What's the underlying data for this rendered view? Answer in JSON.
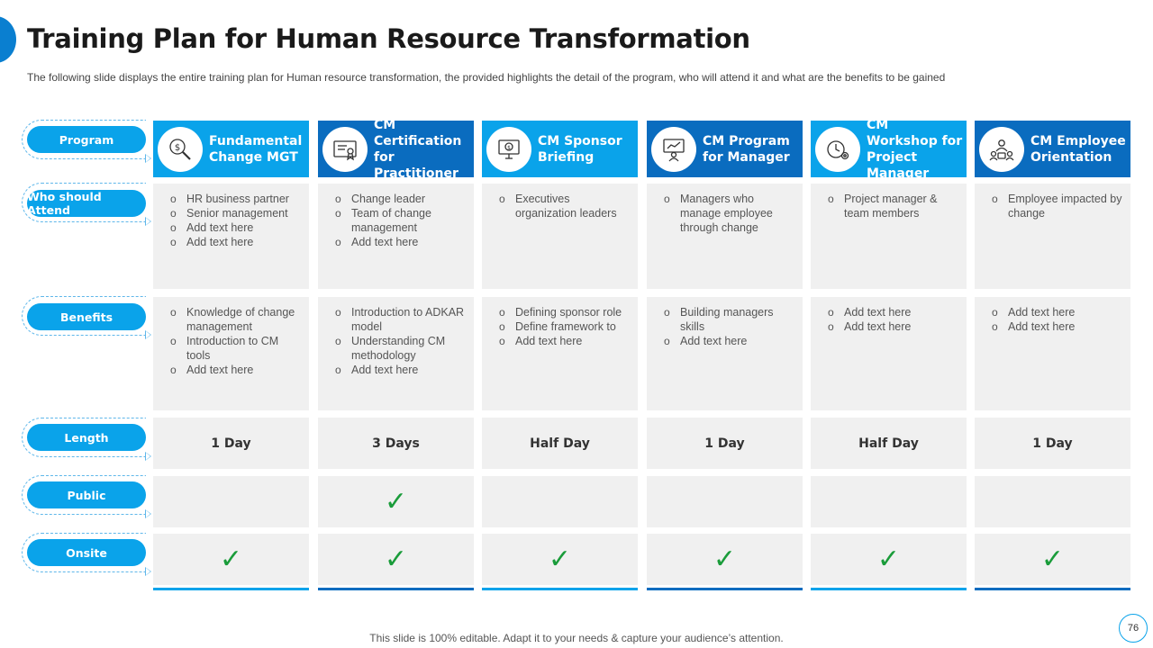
{
  "title": "Training Plan for Human Resource Transformation",
  "subtitle": "The following  slide displays the entire training plan for Human  resource  transformation,  the provided  highlights the detail of the program,  who will attend it and what are the benefits  to be gained",
  "row_labels": {
    "program": "Program",
    "who": "Who should Attend",
    "benefits": "Benefits",
    "length": "Length",
    "public": "Public",
    "onsite": "Onsite"
  },
  "programs": [
    {
      "name": "Fundamental Change MGT",
      "icon": "money-magnifier-icon",
      "attendees": [
        "HR business partner",
        "Senior management",
        "Add text here",
        "Add text here"
      ],
      "benefits": [
        "Knowledge of change management",
        "Introduction to CM tools",
        "Add text here"
      ],
      "length": "1 Day",
      "public": false,
      "onsite": true
    },
    {
      "name": "CM Certification for Practitioner",
      "icon": "certificate-icon",
      "attendees": [
        "Change leader",
        "Team of change management",
        "Add text here"
      ],
      "benefits": [
        "Introduction to ADKAR model",
        "Understanding CM methodology",
        "Add text here"
      ],
      "length": "3 Days",
      "public": true,
      "onsite": true
    },
    {
      "name": "CM Sponsor Briefing",
      "icon": "monitor-money-icon",
      "attendees": [
        "Executives organization leaders"
      ],
      "benefits": [
        "Defining sponsor role",
        "Define framework to",
        "Add text here"
      ],
      "length": "Half Day",
      "public": false,
      "onsite": true
    },
    {
      "name": "CM Program for Manager",
      "icon": "presentation-board-icon",
      "attendees": [
        "Managers who manage employee through change"
      ],
      "benefits": [
        "Building managers skills",
        "Add text here"
      ],
      "length": "1 Day",
      "public": false,
      "onsite": true
    },
    {
      "name": "CM Workshop for Project Manager",
      "icon": "clock-gear-icon",
      "attendees": [
        "Project manager & team members"
      ],
      "benefits": [
        "Add text here",
        "Add text here"
      ],
      "length": "Half Day",
      "public": false,
      "onsite": true
    },
    {
      "name": "CM Employee Orientation",
      "icon": "employee-group-icon",
      "attendees": [
        "Employee impacted by change"
      ],
      "benefits": [
        "Add text here",
        "Add text here"
      ],
      "length": "1 Day",
      "public": false,
      "onsite": true
    }
  ],
  "check_mark": "✓",
  "footer": "This slide is 100% editable. Adapt it to your needs & capture your audience’s attention.",
  "page_number": "76",
  "colors": {
    "accent_light": "#0aa3ea",
    "accent_dark": "#0a6cbf",
    "check": "#1a9c3a",
    "cell_bg": "#f0f0f0"
  }
}
